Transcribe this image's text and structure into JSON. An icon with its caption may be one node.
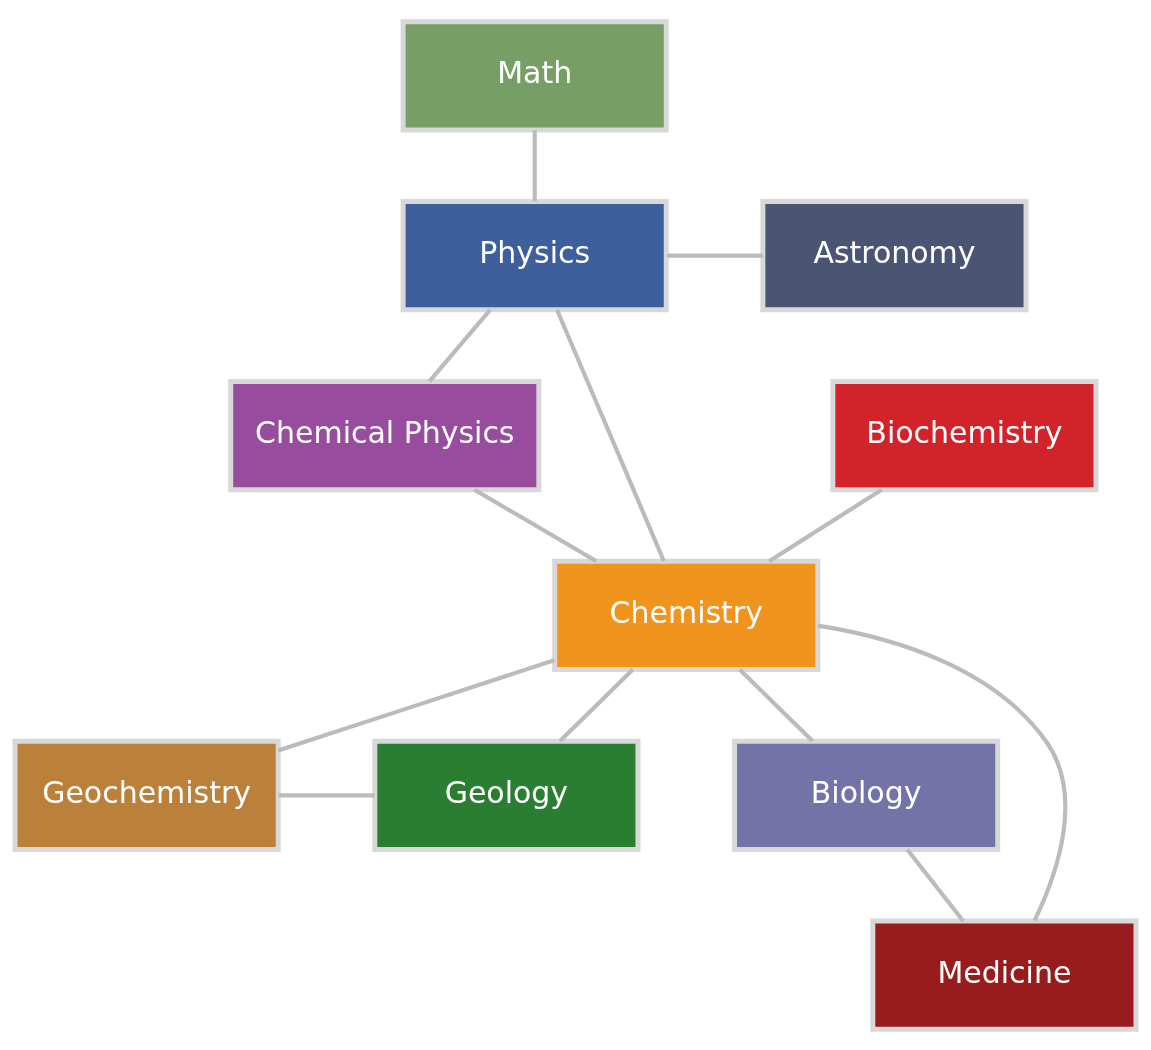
{
  "diagram": {
    "nodes": [
      {
        "text": [
          "Math"
        ]
      },
      {
        "text": [
          "Physics"
        ]
      },
      {
        "text": [
          "Astronomy"
        ]
      },
      {
        "text": [
          "Chemical Physics"
        ]
      },
      {
        "text": [
          "Chemistry"
        ]
      },
      {
        "text": [
          "Biochemistry"
        ]
      },
      {
        "text": [
          "Geochemistry"
        ]
      },
      {
        "text": [
          "Biology"
        ]
      },
      {
        "text": [
          "Geology"
        ]
      },
      {
        "text": [
          "Medicine"
        ]
      }
    ],
    "edges": [
      {
        "from": 0,
        "to": 1,
        "arrow": "none"
      },
      {
        "from": 1,
        "to": 2,
        "arrow": "none"
      },
      {
        "from": 1,
        "to": 3,
        "arrow": "none"
      },
      {
        "from": 1,
        "to": 4,
        "arrow": "none"
      },
      {
        "from": 3,
        "to": 4,
        "arrow": "none"
      },
      {
        "from": 5,
        "to": 4,
        "arrow": "none"
      },
      {
        "from": 4,
        "to": 6,
        "arrow": "none"
      },
      {
        "from": 4,
        "to": 7,
        "arrow": "none"
      },
      {
        "from": 4,
        "to": 9,
        "arrow": "none"
      },
      {
        "from": 4,
        "to": 8,
        "arrow": "none"
      },
      {
        "from": 6,
        "to": 8,
        "arrow": "none"
      },
      {
        "from": 7,
        "to": 9,
        "arrow": "none"
      }
    ]
  }
}
